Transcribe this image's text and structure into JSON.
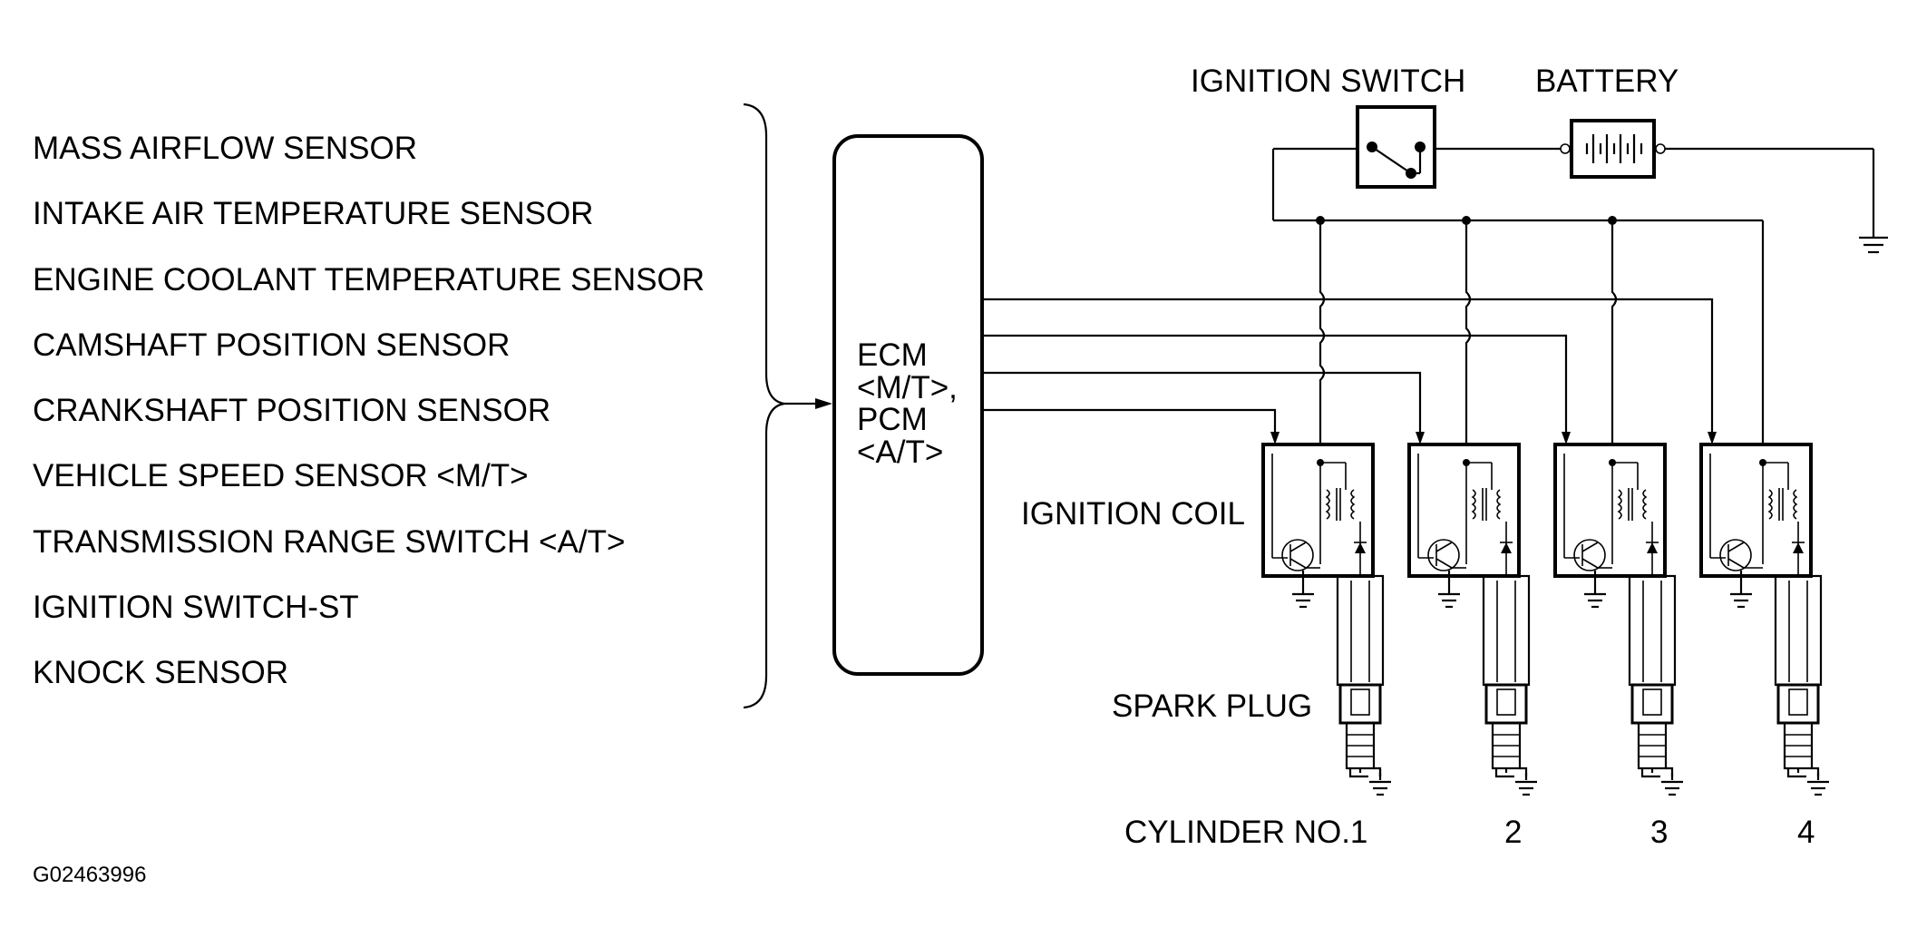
{
  "sensors": [
    "MASS AIRFLOW SENSOR",
    "INTAKE AIR TEMPERATURE SENSOR",
    "ENGINE COOLANT TEMPERATURE SENSOR",
    "CAMSHAFT POSITION SENSOR",
    "CRANKSHAFT POSITION SENSOR",
    "VEHICLE SPEED SENSOR <M/T>",
    "TRANSMISSION RANGE SWITCH <A/T>",
    "IGNITION SWITCH-ST",
    "KNOCK SENSOR"
  ],
  "ecm": {
    "line1": "ECM",
    "line2": "<M/T>,",
    "line3": "PCM",
    "line4": "<A/T>"
  },
  "labels": {
    "ignition_switch": "IGNITION SWITCH",
    "battery": "BATTERY",
    "ignition_coil": "IGNITION COIL",
    "spark_plug": "SPARK PLUG",
    "cylinder_prefix": "CYLINDER NO.1"
  },
  "cylinders": [
    "2",
    "3",
    "4"
  ],
  "figure_code": "G02463996"
}
